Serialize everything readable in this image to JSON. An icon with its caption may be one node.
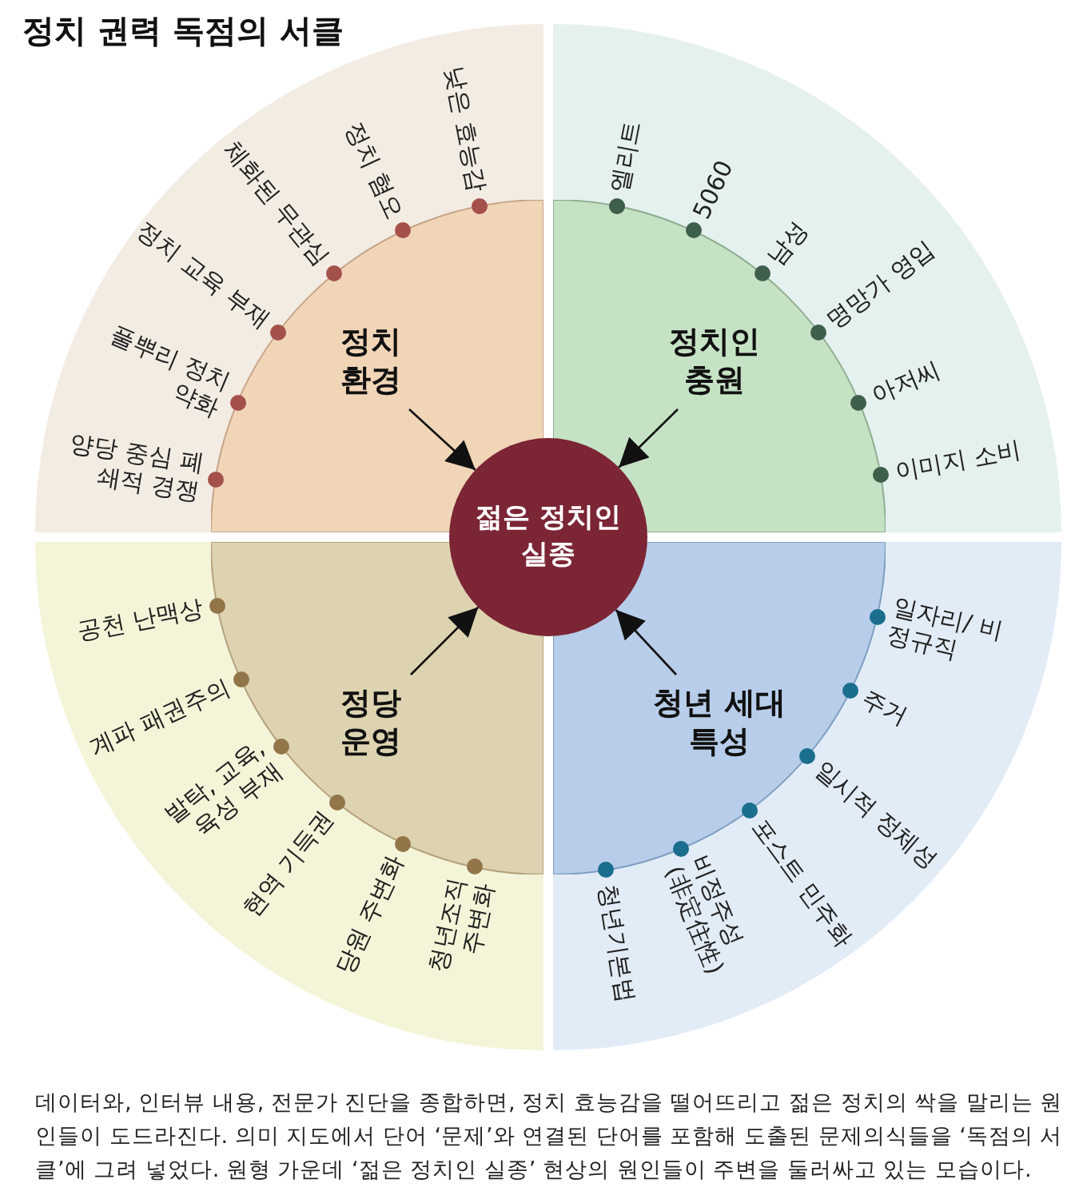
{
  "diagram": {
    "title": "정치 권력 독점의 서클",
    "nodes": [
      {
        "text": [
          "낮은 효능감",
          "정치 혐오",
          "체화된 무관심",
          "정치 교육 부재",
          "풀뿌리 정치 약화",
          "양당 중심 폐쇄적 경쟁"
        ]
      },
      {
        "text": [
          "정치 환경"
        ],
        "in": 0
      },
      {
        "text": [
          "엘리트",
          "5060",
          "남성",
          "명망가 영입",
          "아저씨",
          "이미지 소비"
        ]
      },
      {
        "text": [
          "정치인 충원"
        ],
        "in": 2
      },
      {
        "text": [
          "젊은 정치인 실종"
        ]
      },
      {
        "text": [
          "공천 난맥상",
          "계파 패권주의",
          "발탁, 교육, 육성 부재",
          "현역 기득권",
          "당원 주변화",
          "청년조직 주변화"
        ]
      },
      {
        "text": [
          "정당 운영"
        ],
        "in": 5
      },
      {
        "text": [
          "일자리/ 비정규직",
          "주거",
          "일시적 정체성",
          "포스트 민주화",
          "비정주성 (非定住性)",
          "청년기본법"
        ]
      },
      {
        "text": [
          "청년 세대 특성"
        ],
        "in": 7
      }
    ],
    "edges": [
      {
        "from": 1,
        "to": 4,
        "arrow": "to"
      },
      {
        "from": 3,
        "to": 4,
        "arrow": "to"
      },
      {
        "from": 6,
        "to": 4,
        "arrow": "to"
      },
      {
        "from": 8,
        "to": 4,
        "arrow": "to"
      }
    ],
    "caption": "데이터와, 인터뷰 내용, 전문가 진단을 종합하면, 정치 효능감을 떨어뜨리고 젊은 정치의 싹을 말리는 원인들이 도드라진다. 의미 지도에서 단어 ‘문제’와 연결된 단어를 포함해 도출된 문제의식들을 ‘독점의 서클’에 그려 넣었다. 원형 가운데 ‘젊은 정치인 실종’ 현상의 원인들이 주변을 둘러싸고 있는 모습이다."
  }
}
